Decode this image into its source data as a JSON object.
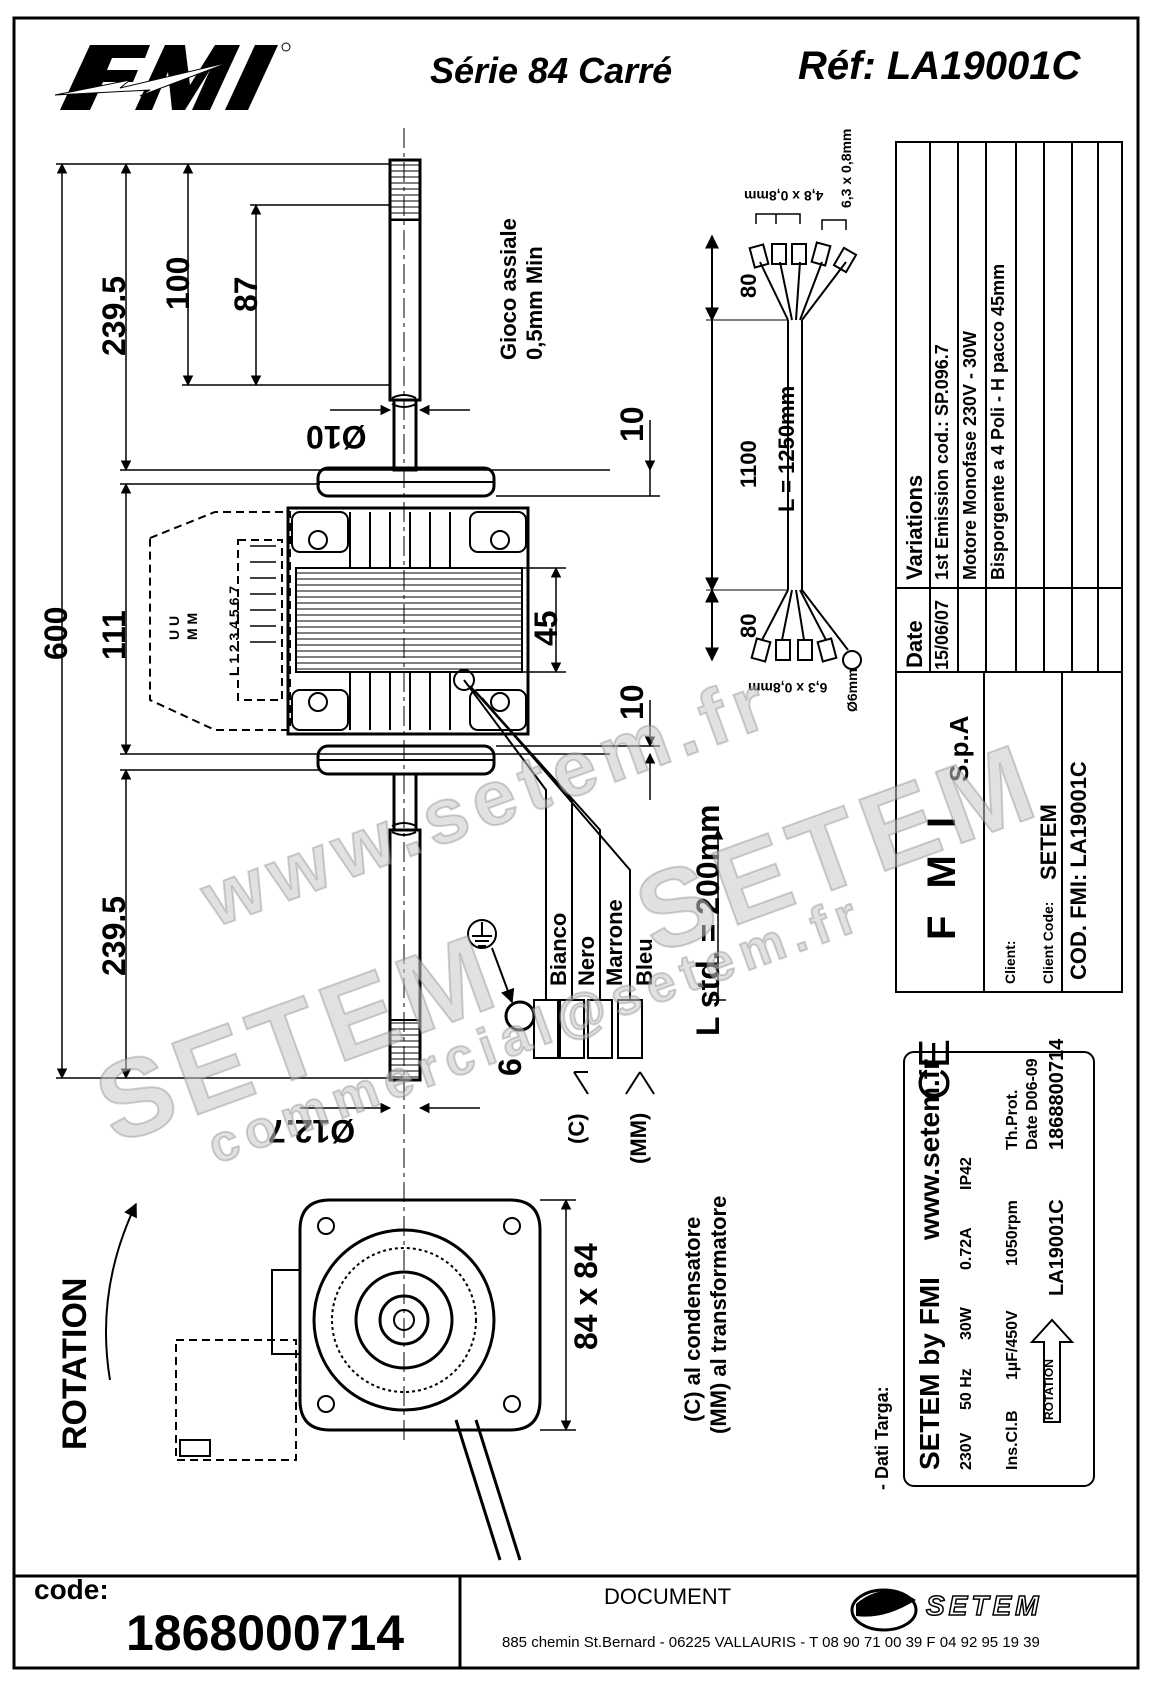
{
  "header": {
    "logo": "FMI",
    "serie": "Série 84 Carré",
    "reference": "Réf: LA19001C"
  },
  "dims": {
    "d239_top": "239.5",
    "d100": "100",
    "d87": "87",
    "phi10": "Ø10",
    "d10a": "10",
    "d600": "600",
    "d111": "111",
    "d45": "45",
    "d10b": "10",
    "d239_bot": "239.5",
    "phi127": "Ø12.7",
    "d6": "6",
    "d84": "84 x 84"
  },
  "notes": {
    "gioco1": "Gioco assiale",
    "gioco2": "0,5mm Min",
    "lstd": "L std. = 200mm",
    "rotation": "ROTATION",
    "c_label": "(C)",
    "mm_label": "(MM)",
    "legend1": "(C) al condensatore",
    "legend2": "(MM) al transformatore",
    "terminal_header": "L 1 2 3 4 5 6 7",
    "terminal_u": "U U",
    "terminal_m": "M M"
  },
  "wires": [
    "Bianco",
    "Nero",
    "Marrone",
    "Bleu"
  ],
  "cable": {
    "top_term": "4,8 x 0,8mm",
    "top_term2": "6,3 x 0,8mm",
    "bot_term": "6,3 x 0,8mm",
    "eyelet": "Ø6mm",
    "d80a": "80",
    "d1100": "1100",
    "length": "L = 1250mm",
    "d80b": "80"
  },
  "variations": {
    "date_header": "Date",
    "var_header": "Variations",
    "date1": "15/06/07",
    "var1": "1st Emission cod.: SP.096.7",
    "var2": "Motore Monofase 230V  -  30W",
    "var3": "Bisporgente a 4 Poli  -  H pacco 45mm"
  },
  "client_box": {
    "company": "F M I",
    "spa": "S.p.A",
    "client": "Client:",
    "client_code_label": "Client Code:",
    "client_code": "SETEM",
    "cod_fmi": "COD. FMI:  LA19001C"
  },
  "nameplate": {
    "label": "- Dati Targa:",
    "brand": "SETEM by FMI",
    "site": "www.setem.fr",
    "ce": "CE",
    "row1": [
      "230V",
      "50 Hz",
      "30W",
      "0.72A",
      "IP42"
    ],
    "row2": [
      "Ins.Cl.B",
      "1µF/450V",
      "1050rpm",
      "Th.Prot."
    ],
    "date": "Date  D06-09",
    "rot": "ROTATION",
    "model": "LA19001C",
    "code": "1868800714"
  },
  "footer": {
    "code_label": "code:",
    "code_value": "1868000714",
    "document": "DOCUMENT",
    "setem": "SETEM",
    "address": "885 chemin St.Bernard  -  06225 VALLAURIS  -  T 08 90 71 00 39   F 04 92 95 19 39"
  },
  "watermarks": {
    "w1": "www.setem.fr",
    "w2": "SETEM",
    "w3": "commercial@setem.fr",
    "w4": "SETEM"
  }
}
